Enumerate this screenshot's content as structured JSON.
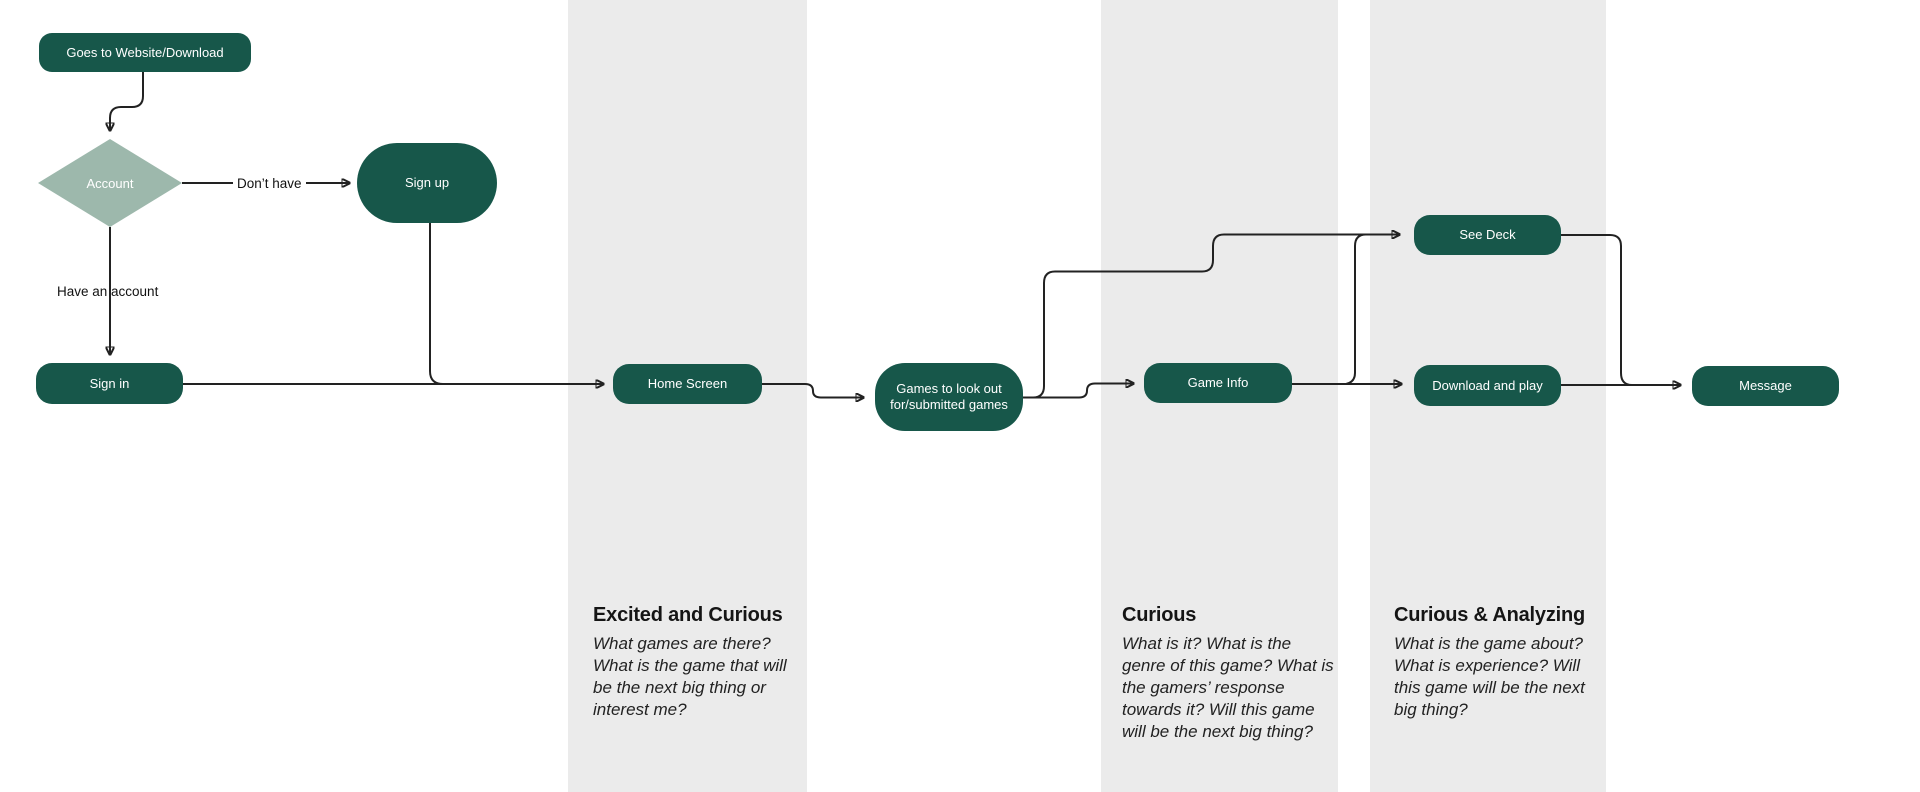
{
  "colors": {
    "bg": "#ffffff",
    "band": "#ebebeb",
    "node": "#17574a",
    "node-text": "#ffffff",
    "diamond": "#9db8ac",
    "line": "#222222",
    "heading": "#151515",
    "body-text": "#222222"
  },
  "flow": {
    "nodes": [
      {
        "id": "website",
        "label": "Goes to Website/Download"
      },
      {
        "id": "account",
        "label": "Account"
      },
      {
        "id": "signup",
        "label": "Sign up"
      },
      {
        "id": "signin",
        "label": "Sign in"
      },
      {
        "id": "home",
        "label": "Home Screen"
      },
      {
        "id": "games",
        "label": "Games to look out\nfor/submitted games"
      },
      {
        "id": "gameinfo",
        "label": "Game Info"
      },
      {
        "id": "seedeck",
        "label": "See Deck"
      },
      {
        "id": "download",
        "label": "Download and play"
      },
      {
        "id": "message",
        "label": "Message"
      }
    ],
    "edge_labels": {
      "dont_have": "Don’t have",
      "have_account": "Have an account"
    }
  },
  "sections": [
    {
      "heading": "Excited and Curious",
      "body": "What games are there?\nWhat is the game that will\nbe the next big thing or\ninterest me?"
    },
    {
      "heading": "Curious",
      "body": "What is it? What is the\ngenre of this game? What is\nthe gamers’ response\ntowards it? Will this game\nwill be the next big thing?"
    },
    {
      "heading": "Curious & Analyzing",
      "body": "What is the game about?\nWhat is experience? Will\nthis game will be the next\nbig thing?"
    }
  ]
}
